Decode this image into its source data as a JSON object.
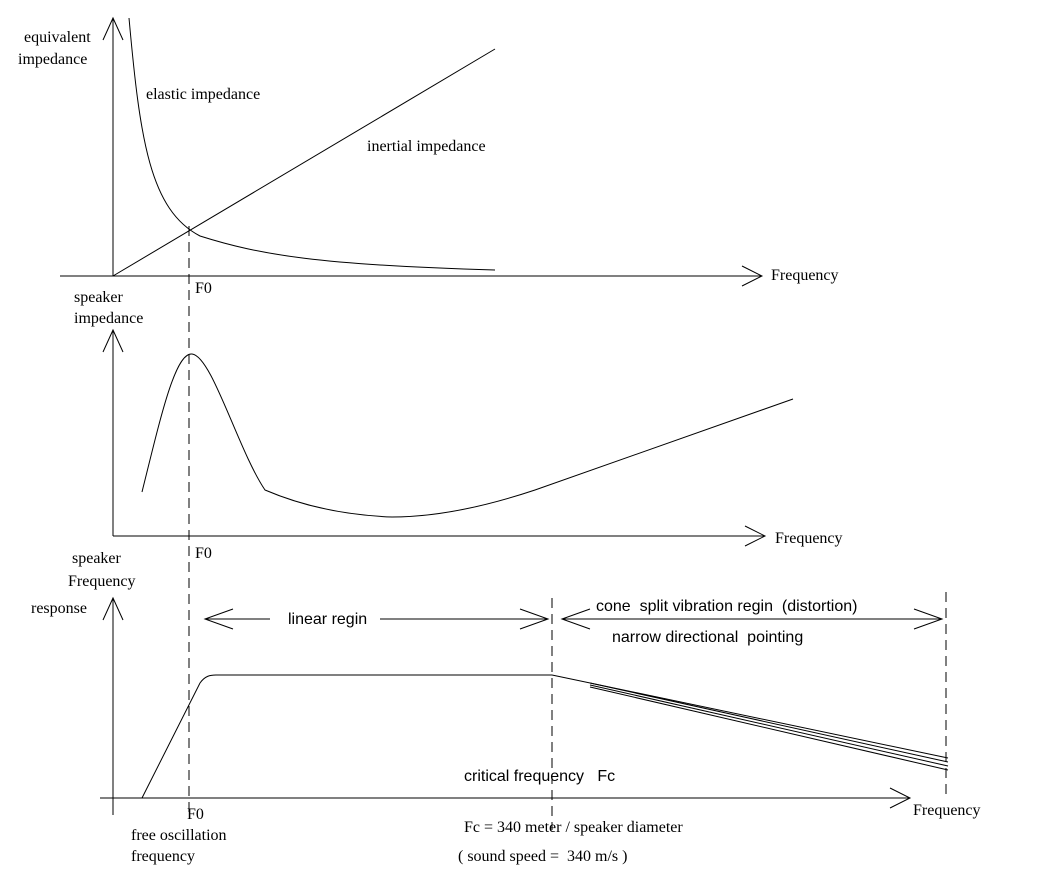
{
  "panel_top": {
    "y_label_line1": "equivalent",
    "y_label_line2": "impedance",
    "curve_elastic_label": "elastic impedance",
    "curve_inertial_label": "inertial impedance",
    "x_label": "Frequency",
    "tick_label": "F0"
  },
  "panel_middle": {
    "y_label_line1": "speaker",
    "y_label_line2": "impedance",
    "x_label": "Frequency",
    "tick_label": "F0"
  },
  "panel_bottom": {
    "y_label_line1": "speaker",
    "y_label_line2": "Frequency",
    "y_label_line3": "response",
    "linear_region_label": "linear regin",
    "split_region_label": "cone  split vibration regin  (distortion)",
    "directional_label": "narrow directional  pointing",
    "critical_label": "critical frequency   Fc",
    "x_label": "Frequency",
    "tick_label": "F0",
    "f0_caption_line1": "free oscillation",
    "f0_caption_line2": "frequency",
    "fc_formula": "Fc = 340 meter / speaker diameter",
    "sound_speed": "( sound speed =  340 m/s )"
  }
}
